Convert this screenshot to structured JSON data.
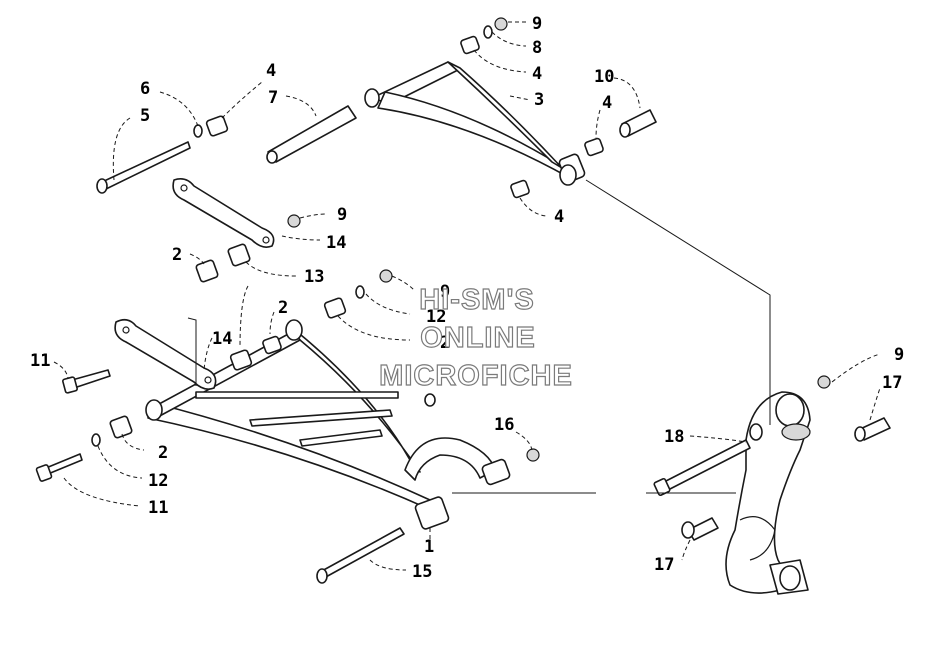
{
  "watermark": {
    "line1": "HI-SM'S",
    "line2": "ONLINE",
    "line3": "MICROFICHE"
  },
  "callouts": [
    {
      "id": "c9a",
      "text": "9"
    },
    {
      "id": "c8",
      "text": "8"
    },
    {
      "id": "c4a",
      "text": "4"
    },
    {
      "id": "c3",
      "text": "3"
    },
    {
      "id": "c6",
      "text": "6"
    },
    {
      "id": "c5",
      "text": "5"
    },
    {
      "id": "c4b",
      "text": "4"
    },
    {
      "id": "c7",
      "text": "7"
    },
    {
      "id": "c10",
      "text": "10"
    },
    {
      "id": "c4c",
      "text": "4"
    },
    {
      "id": "c4d",
      "text": "4"
    },
    {
      "id": "c9b",
      "text": "9"
    },
    {
      "id": "c14a",
      "text": "14"
    },
    {
      "id": "c2a",
      "text": "2"
    },
    {
      "id": "c13",
      "text": "13"
    },
    {
      "id": "c9c",
      "text": "9"
    },
    {
      "id": "c12a",
      "text": "12"
    },
    {
      "id": "c2b",
      "text": "2"
    },
    {
      "id": "c2c",
      "text": "2"
    },
    {
      "id": "c14b",
      "text": "14"
    },
    {
      "id": "c11a",
      "text": "11"
    },
    {
      "id": "c2d",
      "text": "2"
    },
    {
      "id": "c12b",
      "text": "12"
    },
    {
      "id": "c11b",
      "text": "11"
    },
    {
      "id": "c16",
      "text": "16"
    },
    {
      "id": "c1",
      "text": "1"
    },
    {
      "id": "c15",
      "text": "15"
    },
    {
      "id": "c9d",
      "text": "9"
    },
    {
      "id": "c17a",
      "text": "17"
    },
    {
      "id": "c18",
      "text": "18"
    },
    {
      "id": "c17b",
      "text": "17"
    }
  ]
}
